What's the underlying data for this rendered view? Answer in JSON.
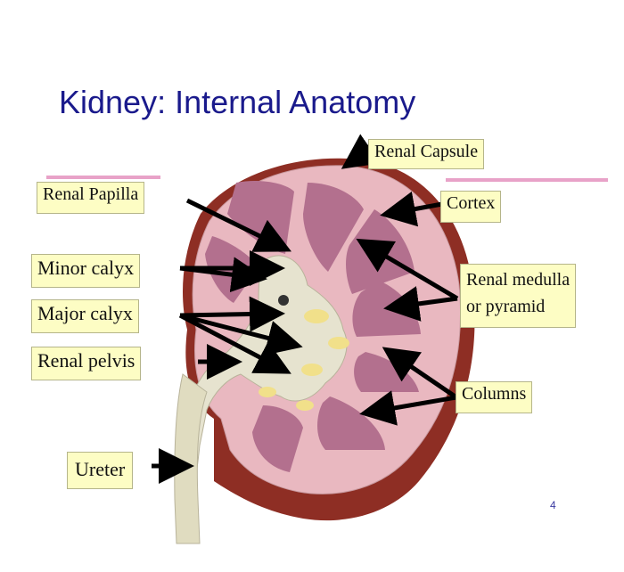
{
  "title": "Kidney: Internal Anatomy",
  "page_number": "4",
  "labels": {
    "renal_capsule": "Renal Capsule",
    "renal_papilla": "Renal Papilla",
    "cortex": "Cortex",
    "minor_calyx": "Minor calyx",
    "major_calyx": "Major calyx",
    "renal_medulla_line1": "Renal medulla",
    "renal_medulla_line2": "or pyramid",
    "renal_pelvis": "Renal pelvis",
    "columns": "Columns",
    "ureter": "Ureter"
  },
  "colors": {
    "title": "#1a1a8c",
    "label_bg": "#fdfdc4",
    "accent_rule": "#e8a2c8",
    "cortex": "#e9b8c0",
    "medulla": "#b3708e",
    "capsule_outer": "#8e2e24",
    "pelvis": "#e6e3cf"
  }
}
